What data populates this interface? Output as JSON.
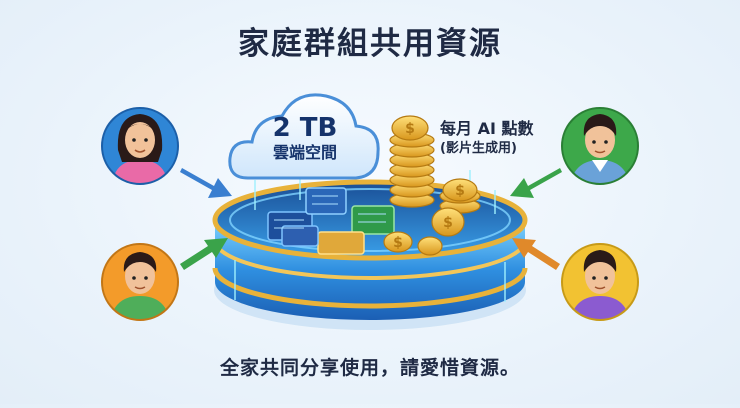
{
  "title": "家庭群組共用資源",
  "cloud": {
    "capacity": "2 TB",
    "label": "雲端空間"
  },
  "ai_points": {
    "line1": "每月 AI 點數",
    "line2": "(影片生成用)"
  },
  "footer": "全家共同分享使用，請愛惜資源。",
  "colors": {
    "title": "#1f2a44",
    "pool_rim": "#e8b23a",
    "pool_body": "#2f8fe0",
    "arrow_blue": "#3a7fd0",
    "arrow_green": "#3aa34a",
    "arrow_orange": "#e0892a"
  },
  "people": [
    {
      "name": "woman-top-left",
      "bg": "#2f86d6",
      "shirt": "#e96aa7"
    },
    {
      "name": "man-bottom-left",
      "bg": "#f39b2a",
      "shirt": "#4fae5a"
    },
    {
      "name": "man-top-right",
      "bg": "#3da84a",
      "shirt": "#6aa2d8"
    },
    {
      "name": "man-bottom-right",
      "bg": "#f2c232",
      "shirt": "#8b5bd0"
    }
  ]
}
